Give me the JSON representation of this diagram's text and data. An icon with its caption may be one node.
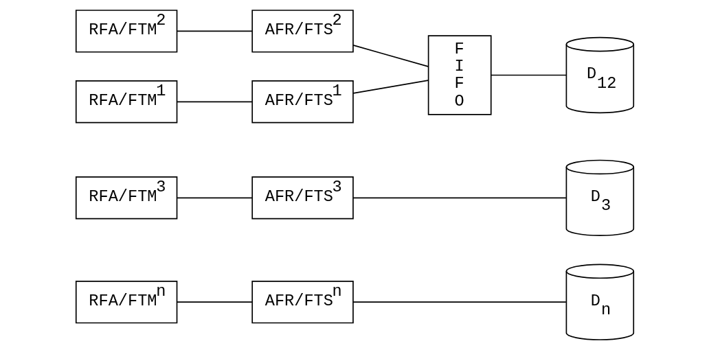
{
  "diagram": {
    "nodes": [
      {
        "text": [
          "RFA/FTM$^{n}$"
        ]
      },
      {
        "text": [
          "RFA/FTM$^{3}$"
        ]
      },
      {
        "text": [
          "RFA/FTM$^{2}$"
        ]
      },
      {
        "text": [
          "RFA/FTM$^{1}$"
        ]
      },
      {
        "text": [
          "AFR/FTS$^{n}$"
        ]
      },
      {
        "text": [
          "AFR/FTS$^{3}$"
        ]
      },
      {
        "text": [
          "AFR/FTS$^{2}$"
        ]
      },
      {
        "text": [
          "AFR/FTS$^{1}$"
        ]
      },
      {
        "text": [
          "FIFO"
        ]
      },
      {
        "text": [
          "D$_{n}$"
        ]
      },
      {
        "text": [
          "D$_{3}$"
        ]
      },
      {
        "text": [
          "D$_{12}$"
        ]
      }
    ],
    "edges": [
      {
        "from": 0,
        "to": 4,
        "arrow": "none"
      },
      {
        "from": 1,
        "to": 5,
        "arrow": "none"
      },
      {
        "from": 2,
        "to": 6,
        "arrow": "none"
      },
      {
        "from": 3,
        "to": 7,
        "arrow": "none"
      },
      {
        "from": 4,
        "to": 9,
        "arrow": "none"
      },
      {
        "from": 5,
        "to": 10,
        "arrow": "none"
      },
      {
        "from": 6,
        "to": 8,
        "arrow": "none"
      },
      {
        "from": 7,
        "to": 8,
        "arrow": "none"
      },
      {
        "from": 8,
        "to": 11,
        "arrow": "none"
      }
    ]
  }
}
